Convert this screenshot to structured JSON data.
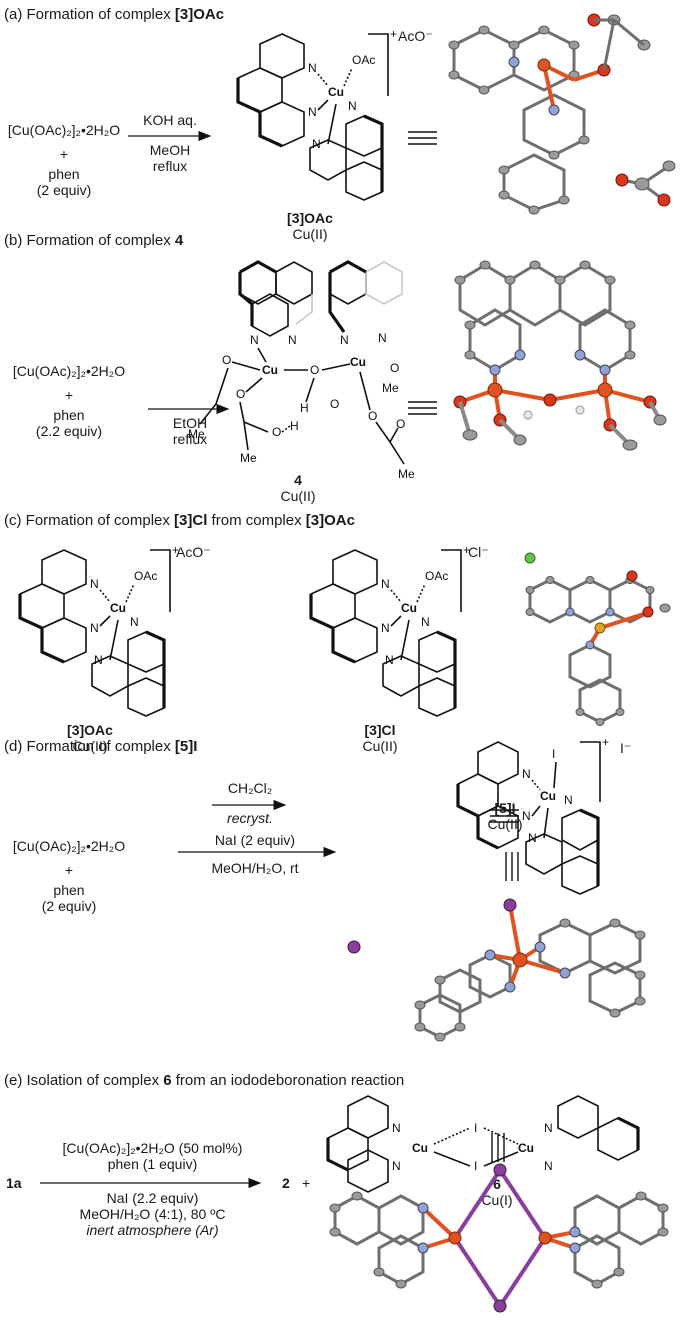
{
  "sections": {
    "a": {
      "title_prefix": "(a) Formation of complex ",
      "title_bold": "[3]OAc",
      "reagent_line1": "[Cu(OAc)₂]₂•2H₂O",
      "plus": "+",
      "reagent_line2": "phen",
      "reagent_line3": "(2 equiv)",
      "arrow_above": "KOH aq.",
      "arrow_below1": "MeOH",
      "arrow_below2": "reflux",
      "product_label": "[3]OAc",
      "product_ox": "Cu(II)",
      "counterion": "AcO⁻",
      "charge": "+"
    },
    "b": {
      "title_prefix": "(b) Formation of complex ",
      "title_bold": "4",
      "reagent_line1": "[Cu(OAc)₂]₂•2H₂O",
      "plus": "+",
      "reagent_line2": "phen",
      "reagent_line3": "(2.2 equiv)",
      "arrow_below1": "EtOH",
      "arrow_below2": "reflux",
      "product_label": "4",
      "product_ox": "Cu(II)"
    },
    "c": {
      "title_prefix": "(c) Formation of complex ",
      "title_bold1": "[3]Cl",
      "title_mid": " from complex ",
      "title_bold2": "[3]OAc",
      "arrow_above": "CH₂Cl₂",
      "arrow_below": "recryst.",
      "left_label": "[3]OAc",
      "left_ox": "Cu(II)",
      "right_label": "[3]Cl",
      "right_ox": "Cu(II)",
      "left_counterion": "AcO⁻",
      "right_counterion": "Cl⁻",
      "charge": "+"
    },
    "d": {
      "title_prefix": "(d) Formation of complex ",
      "title_bold": "[5]I",
      "reagent_line1": "[Cu(OAc)₂]₂•2H₂O",
      "plus": "+",
      "reagent_line2": "phen",
      "reagent_line3": "(2 equiv)",
      "arrow_above": "NaI (2 equiv)",
      "arrow_below": "MeOH/H₂O, rt",
      "product_label": "[5]I",
      "product_ox": "Cu(II)",
      "counterion": "I⁻",
      "charge": "+"
    },
    "e": {
      "title_prefix": "(e) Isolation of complex ",
      "title_bold": "6",
      "title_suffix": " from an iododeboronation reaction",
      "start": "1a",
      "arrow_above1": "[Cu(OAc)₂]₂•2H₂O (50 mol%)",
      "arrow_above2": "phen (1 equiv)",
      "arrow_below1": "NaI (2.2 equiv)",
      "arrow_below2": "MeOH/H₂O (4:1), 80 ºC",
      "arrow_below3": "inert atmosphere (Ar)",
      "product": "2",
      "plus": "+",
      "product_label": "6",
      "product_ox": "Cu(I)"
    }
  },
  "atoms": {
    "N": "N",
    "Cu": "Cu",
    "OAc": "OAc",
    "O": "O",
    "H": "H",
    "Me": "Me",
    "I": "I"
  },
  "colors": {
    "copper": "#e0521f",
    "nitrogen": "#8fa3d6",
    "oxygen": "#d9361c",
    "iodine": "#8b3f9c",
    "chlorine": "#69c24a",
    "carbon": "#8a8a8a"
  }
}
